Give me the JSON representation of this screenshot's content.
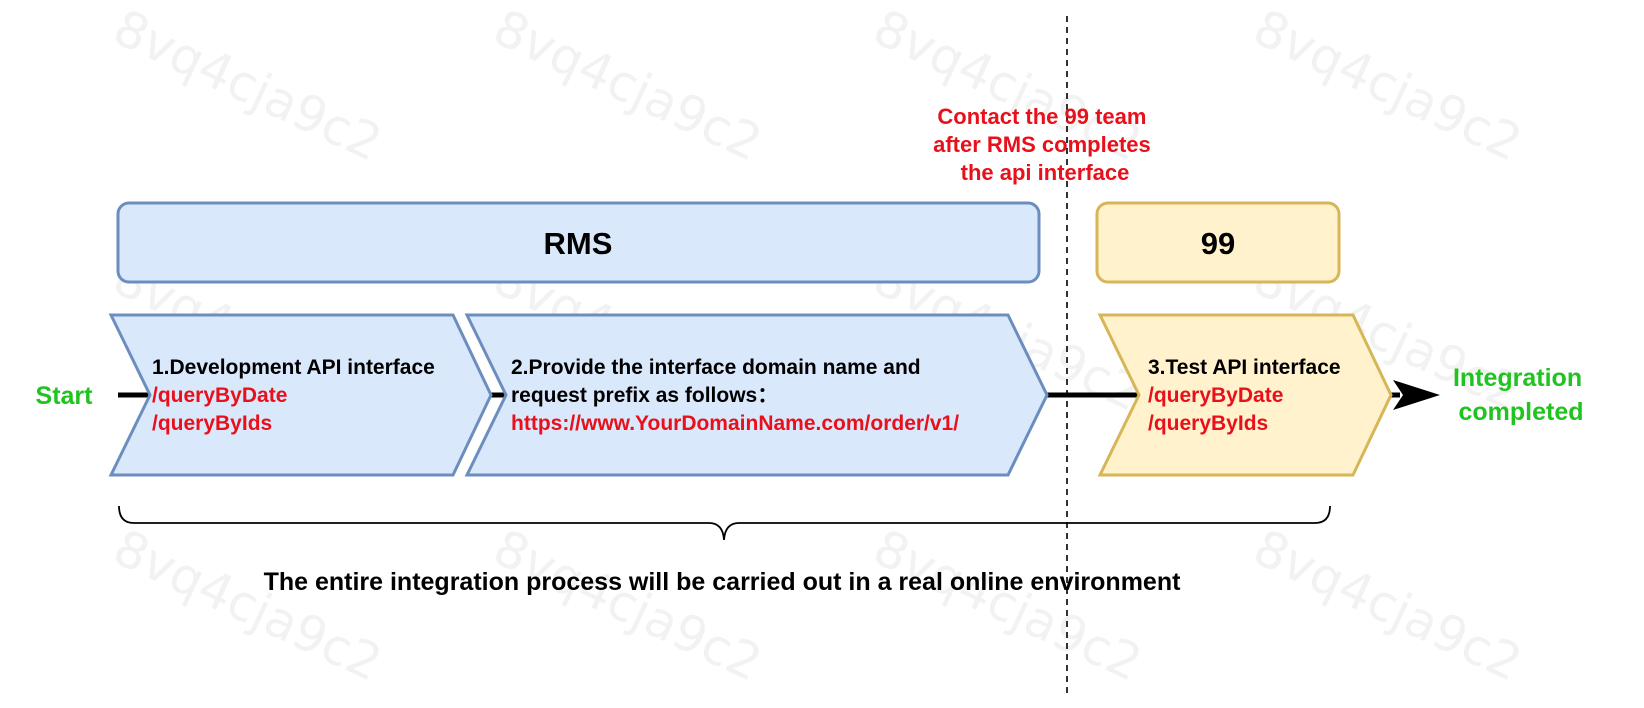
{
  "watermark": {
    "text": "8vq4cja9c2",
    "color": "#f2f2f2"
  },
  "colors": {
    "rms_fill": "#dae8fc",
    "rms_stroke": "#6c8ebf",
    "team_fill": "#fff2cc",
    "team_stroke": "#d6b656",
    "red": "#e8101b",
    "green": "#21c321",
    "black": "#000000"
  },
  "start_label": "Start",
  "end_label": [
    "Integration",
    "completed"
  ],
  "rms_header": "RMS",
  "team_header": "99",
  "contact_note": [
    "Contact the 99 team",
    "after RMS completes",
    "the api interface"
  ],
  "steps": [
    {
      "title": "1.Development API interface",
      "lines": [
        "/queryByDate",
        "/queryByIds"
      ]
    },
    {
      "title": "2.Provide the interface domain name and",
      "title2": "request prefix as follows：",
      "lines": [
        "https://www.YourDomainName.com/order/v1/"
      ]
    },
    {
      "title": "3.Test API interface",
      "lines": [
        "/queryByDate",
        "/queryByIds"
      ]
    }
  ],
  "footer": "The entire integration process will be carried out in a real online environment"
}
